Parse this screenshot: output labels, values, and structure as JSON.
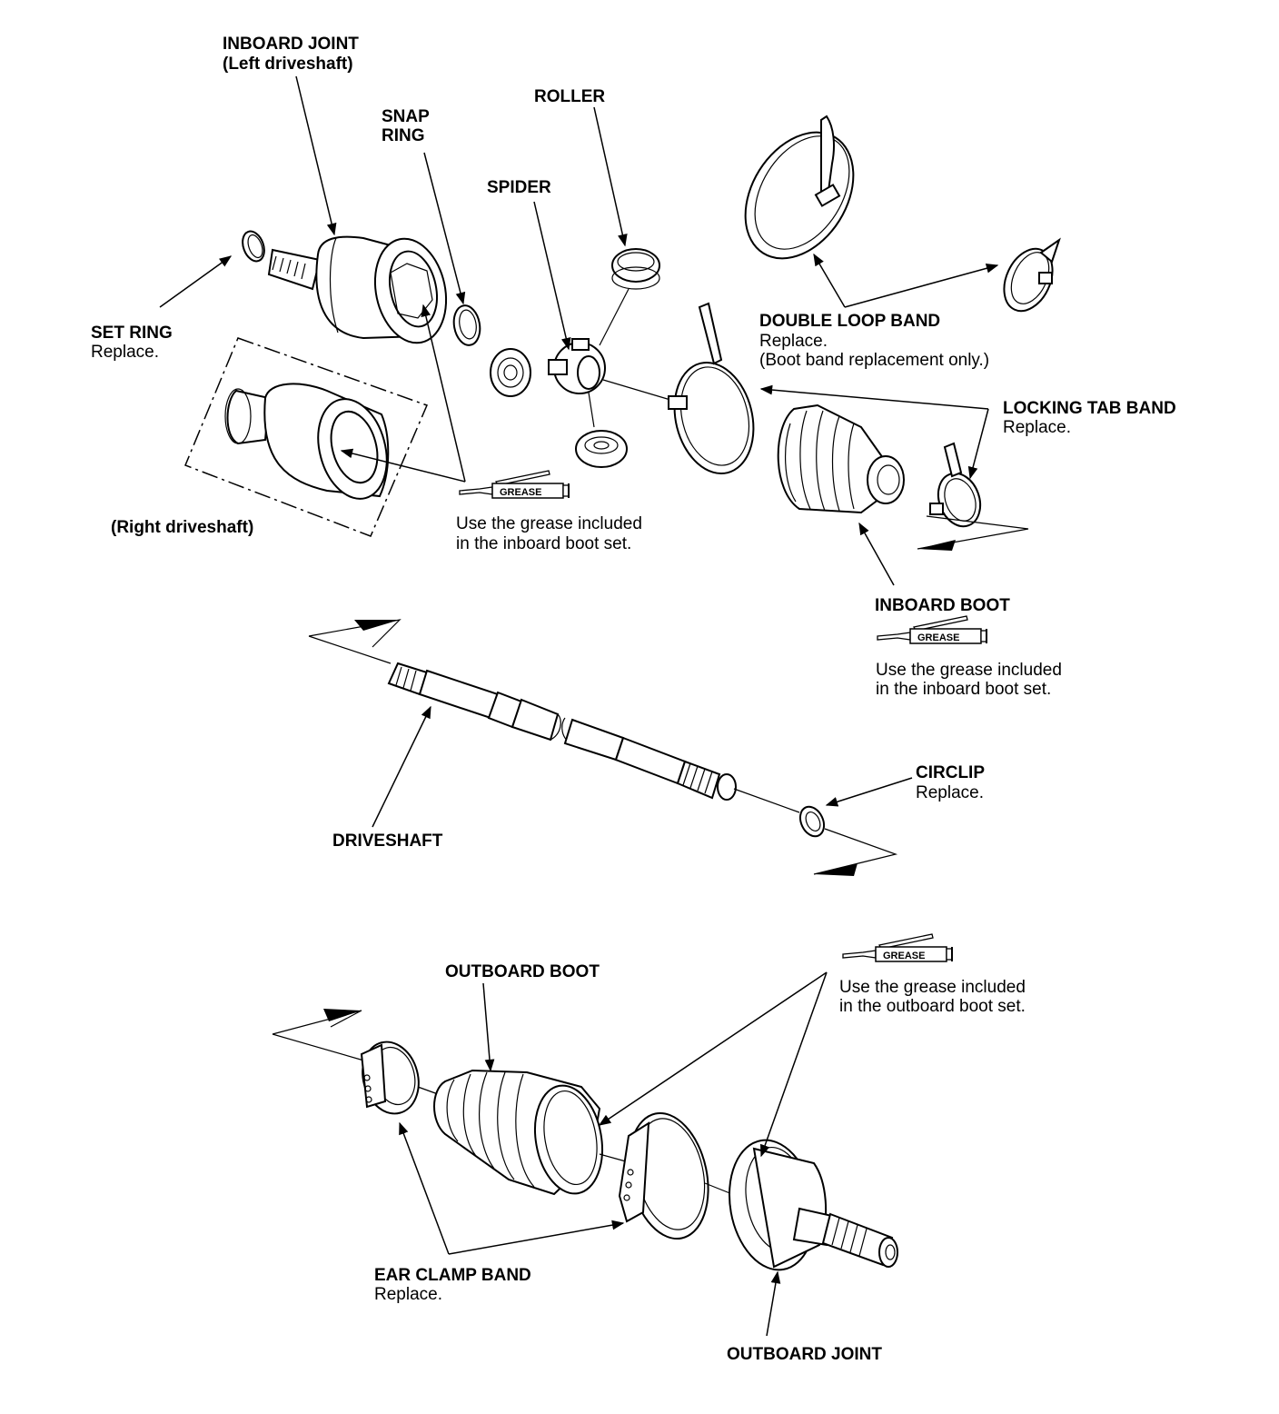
{
  "labels": {
    "inboard_joint": "INBOARD JOINT",
    "left_driveshaft": "(Left driveshaft)",
    "snap_ring_1": "SNAP",
    "snap_ring_2": "RING",
    "roller": "ROLLER",
    "spider": "SPIDER",
    "set_ring": "SET RING",
    "set_ring_note": "Replace.",
    "right_driveshaft": "(Right driveshaft)",
    "double_loop_band": "DOUBLE LOOP BAND",
    "double_loop_note1": "Replace.",
    "double_loop_note2": "(Boot band replacement only.)",
    "locking_tab_band": "LOCKING TAB BAND",
    "locking_tab_note": "Replace.",
    "inboard_boot": "INBOARD BOOT",
    "driveshaft": "DRIVESHAFT",
    "circlip": "CIRCLIP",
    "circlip_note": "Replace.",
    "outboard_boot": "OUTBOARD BOOT",
    "ear_clamp_band": "EAR CLAMP BAND",
    "ear_clamp_note": "Replace.",
    "outboard_joint": "OUTBOARD JOINT"
  },
  "grease": {
    "tag": "GREASE",
    "inboard_line1": "Use the grease included",
    "inboard_line2": "in the inboard boot set.",
    "outboard_line1": "Use the grease included",
    "outboard_line2": "in the outboard boot set."
  }
}
